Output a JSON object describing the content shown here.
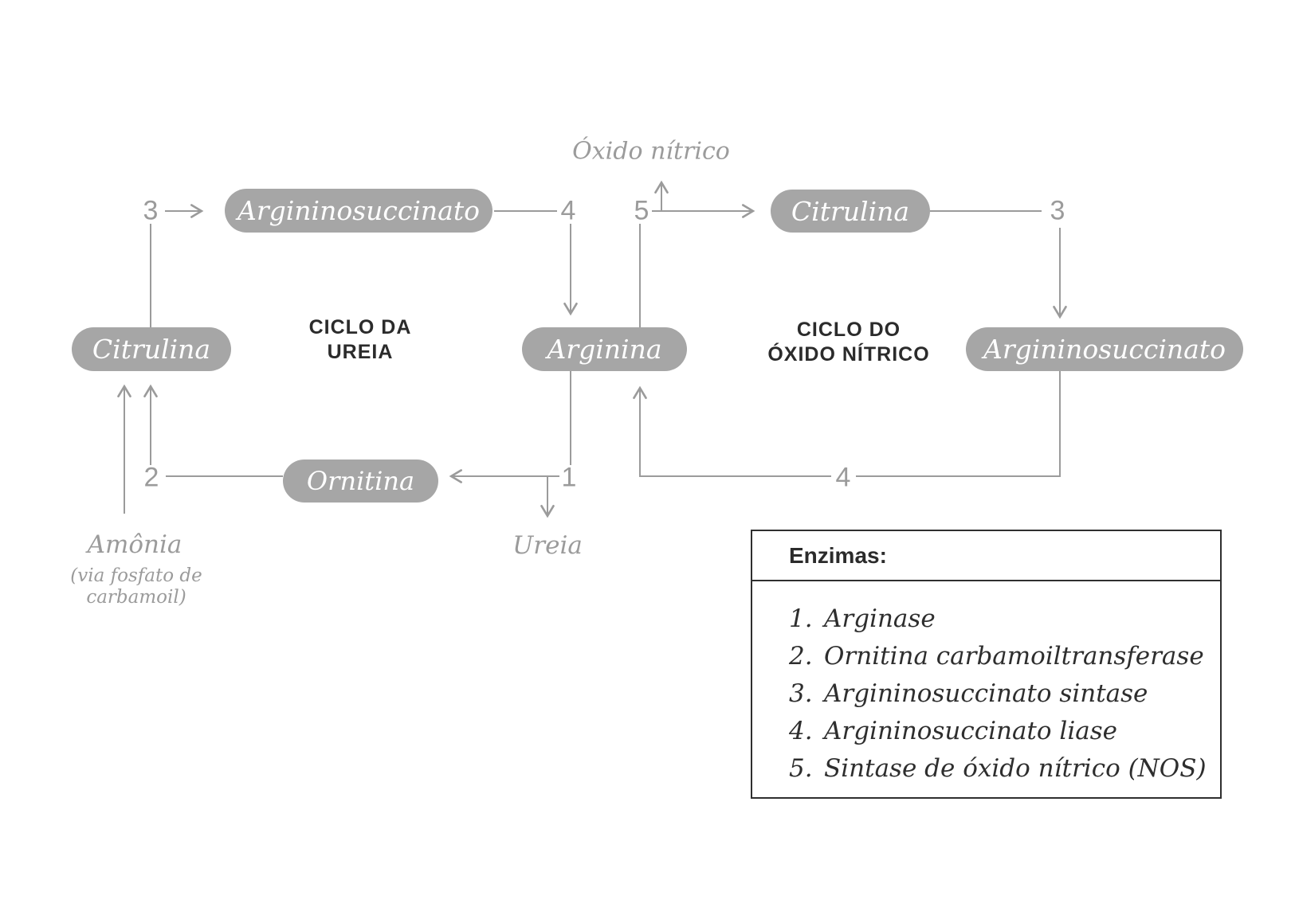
{
  "colors": {
    "pill_background": "#a6a6a6",
    "connector_gray": "#9b9b9b",
    "muted_label_gray": "#9b9b9b",
    "dark_text": "#2b2b2b",
    "box_border": "#2f2f2f"
  },
  "labels": {
    "oxido_nitrico": "Óxido nítrico",
    "amonia": "Amônia",
    "amonia_note_line1": "(via fosfato de",
    "amonia_note_line2": "carbamoil)",
    "ureia": "Ureia"
  },
  "cycles": {
    "urea": {
      "title_line1": "CICLO DA",
      "title_line2": "UREIA"
    },
    "nitric_oxide": {
      "title_line1": "CICLO DO",
      "title_line2": "ÓXIDO NÍTRICO"
    }
  },
  "nodes": {
    "argininosuccinato_left": "Argininosuccinato",
    "citrulina_left": "Citrulina",
    "arginina": "Arginina",
    "ornitina": "Ornitina",
    "citrulina_right": "Citrulina",
    "argininosuccinato_right": "Argininosuccinato"
  },
  "step_numbers": {
    "urea_3": "3",
    "urea_4": "4",
    "nos_5": "5",
    "nos_3": "3",
    "urea_2": "2",
    "urea_1": "1",
    "nos_4": "4"
  },
  "enzymes": {
    "title": "Enzimas:",
    "items": [
      {
        "n": "1.",
        "label": "Arginase"
      },
      {
        "n": "2.",
        "label": "Ornitina carbamoiltransferase"
      },
      {
        "n": "3.",
        "label": "Argininosuccinato sintase"
      },
      {
        "n": "4.",
        "label": "Argininosuccinato liase"
      },
      {
        "n": "5.",
        "label": "Sintase de óxido nítrico (NOS)"
      }
    ]
  }
}
